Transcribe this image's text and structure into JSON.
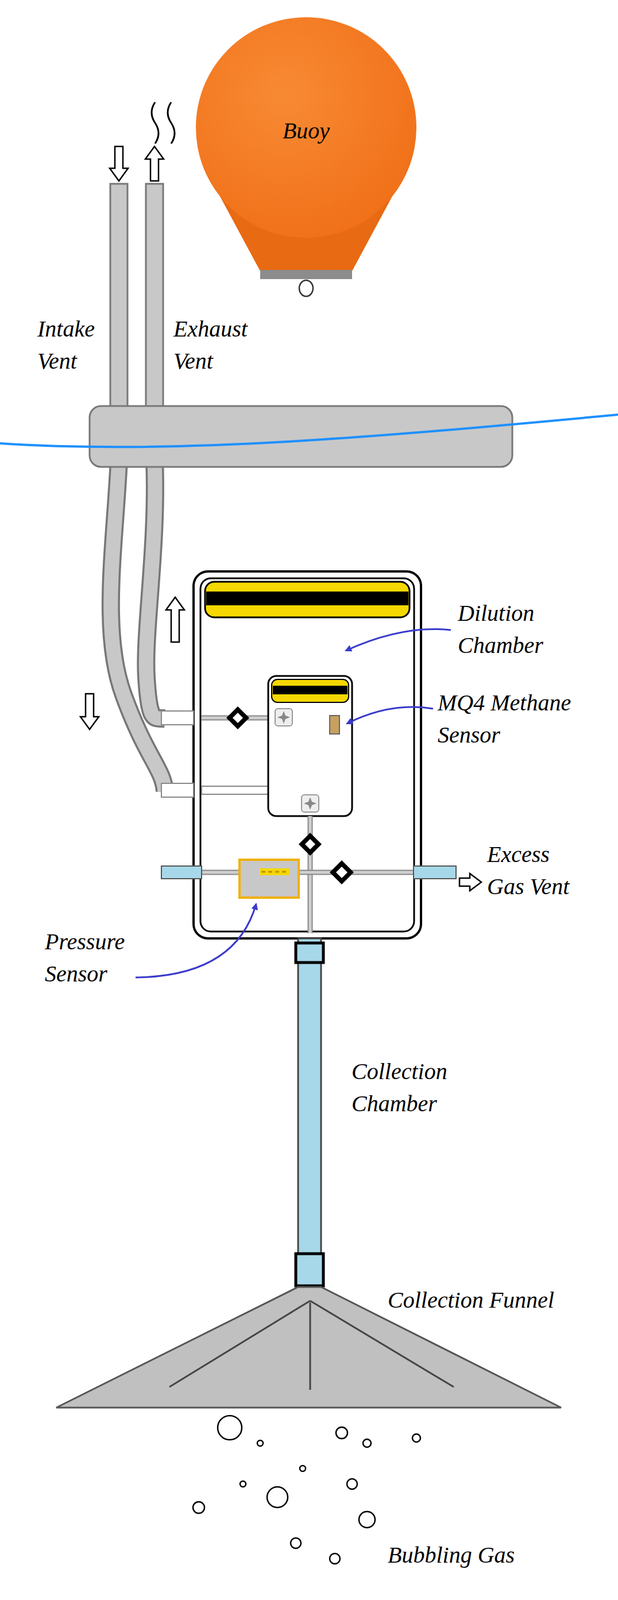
{
  "diagram": {
    "nodes": [
      {
        "text": [
          "Buoy"
        ]
      }
    ],
    "labels": [
      "Intake Vent",
      "Exhaust Vent",
      "Dilution Chamber",
      "MQ4 Methane Sensor",
      "Excess Gas Vent",
      "Pressure Sensor",
      "Collection Chamber",
      "Collection Funnel",
      "Bubbling Gas"
    ]
  }
}
